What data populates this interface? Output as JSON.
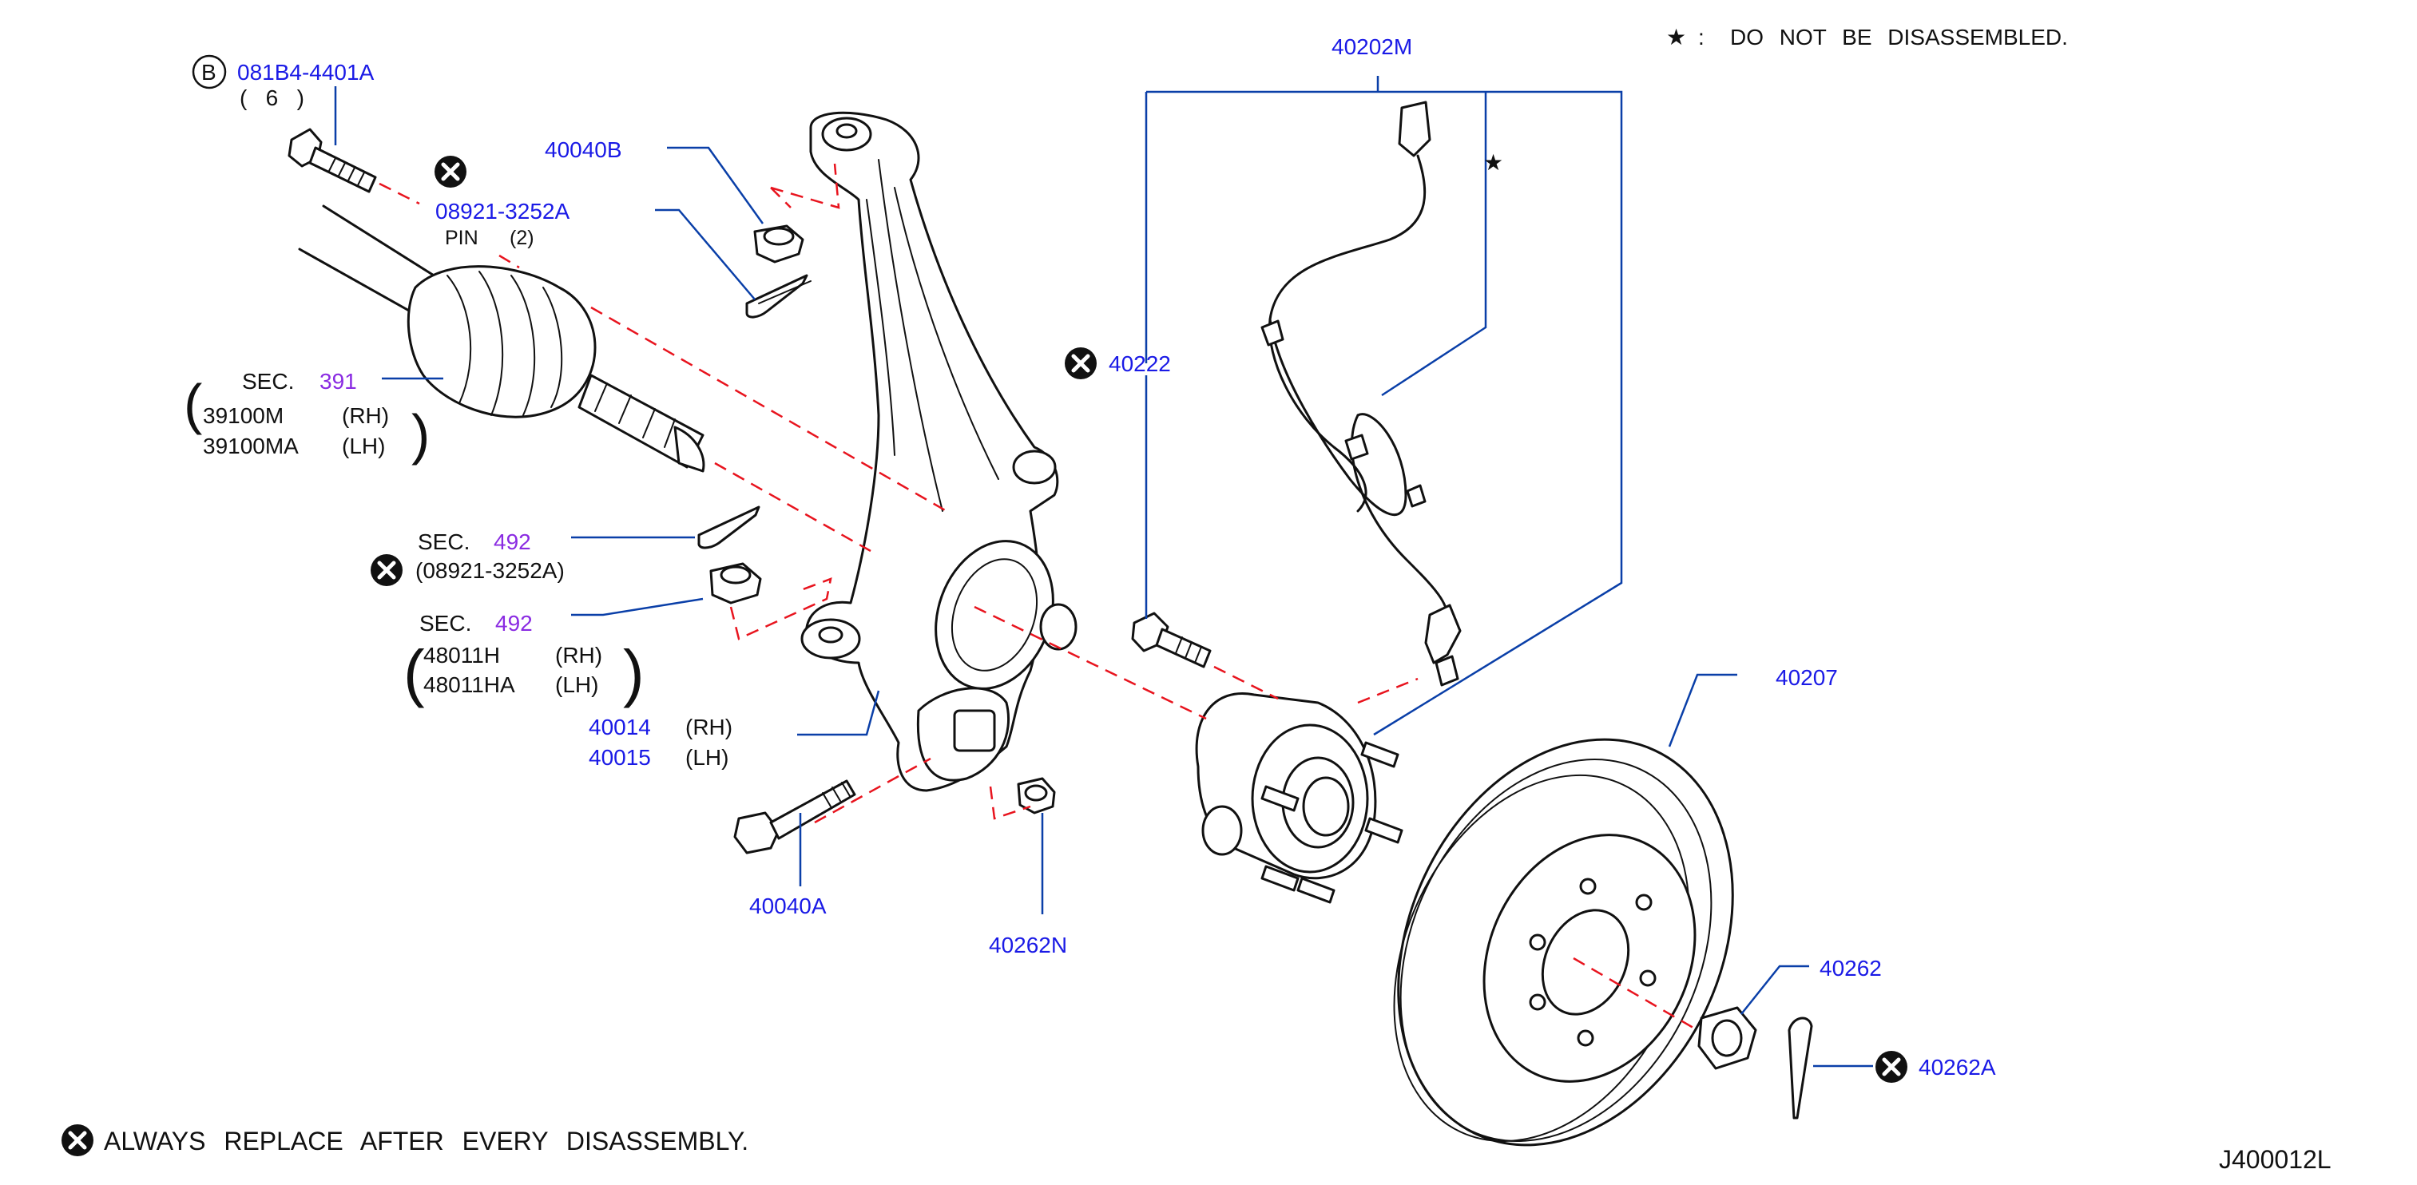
{
  "notes": {
    "do_not_disassemble": "DO  NOT  BE  DISASSEMBLED.",
    "always_replace": "ALWAYS  REPLACE  AFTER  EVERY  DISASSEMBLY.",
    "drawing_id": "J400012L",
    "star_symbol": "★",
    "colon": ":"
  },
  "labels": {
    "bolt_b": {
      "marker": "B",
      "part": "081B4-4401A",
      "qty": "(   6   )"
    },
    "pin": {
      "part": "08921-3252A",
      "name": "PIN",
      "qty": "(2)"
    },
    "nut_40040b": "40040B",
    "sec_391": {
      "prefix": "SEC.",
      "num": "391",
      "rh": "39100M",
      "lh": "39100MA",
      "rh_tag": "(RH)",
      "lh_tag": "(LH)"
    },
    "sec_492_a": {
      "prefix": "SEC.",
      "num": "492",
      "pin": "(08921-3252A)"
    },
    "sec_492_b": {
      "prefix": "SEC.",
      "num": "492",
      "rh": "48011H",
      "lh": "48011HA",
      "rh_tag": "(RH)",
      "lh_tag": "(LH)"
    },
    "knuckle": {
      "rh": "40014",
      "lh": "40015",
      "rh_tag": "(RH)",
      "lh_tag": "(LH)"
    },
    "bolt_40040a": "40040A",
    "nut_40262n": "40262N",
    "sensor_40202m": "40202M",
    "star_mark": "★",
    "bolt_40222": "40222",
    "rotor_40207": "40207",
    "nut_40262": "40262",
    "pin_40262a": "40262A"
  },
  "colors": {
    "part_number_blue": "#1a1ae6",
    "section_purple": "#8a2be2",
    "leader_blue": "#0a3fa8",
    "assembly_dash_red": "#e8141e",
    "linework_black": "#111111"
  },
  "icons": {
    "replace_marker": "x-circle-icon",
    "do_not_disassemble_marker": "star-icon"
  }
}
